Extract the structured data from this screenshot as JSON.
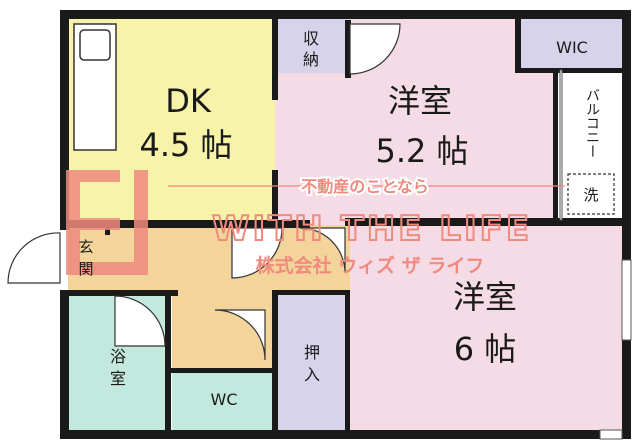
{
  "rooms": {
    "dk": {
      "name": "DK",
      "size": "4.5 帖"
    },
    "western_a": {
      "name": "洋室",
      "size": "5.2 帖"
    },
    "western_b": {
      "name": "洋室",
      "size": "6 帖"
    },
    "storage_top": {
      "line1": "収",
      "line2": "納"
    },
    "wic": {
      "label": "WIC"
    },
    "balcony": {
      "label": "バルコニー"
    },
    "washer": {
      "label": "洗"
    },
    "entrance": {
      "line1": "玄",
      "line2": "関"
    },
    "bath": {
      "line1": "浴",
      "line2": "室"
    },
    "wc": {
      "label": "WC"
    },
    "oshiire": {
      "line1": "押",
      "line2": "入"
    }
  },
  "watermark": {
    "tagline": "不動産のことなら",
    "company_en": "WITH THE LIFE",
    "company_jp": "株式会社 ウィズ ザ ライフ"
  },
  "colors": {
    "wall": "#1a1a1a",
    "dk_floor": "#f7f3a8",
    "western_floor": "#f5dbe6",
    "storage_floor": "#d6d3ea",
    "bath_floor": "#c3e9df",
    "hall_floor": "#f3d49a",
    "watermark": "#f08a7e"
  }
}
